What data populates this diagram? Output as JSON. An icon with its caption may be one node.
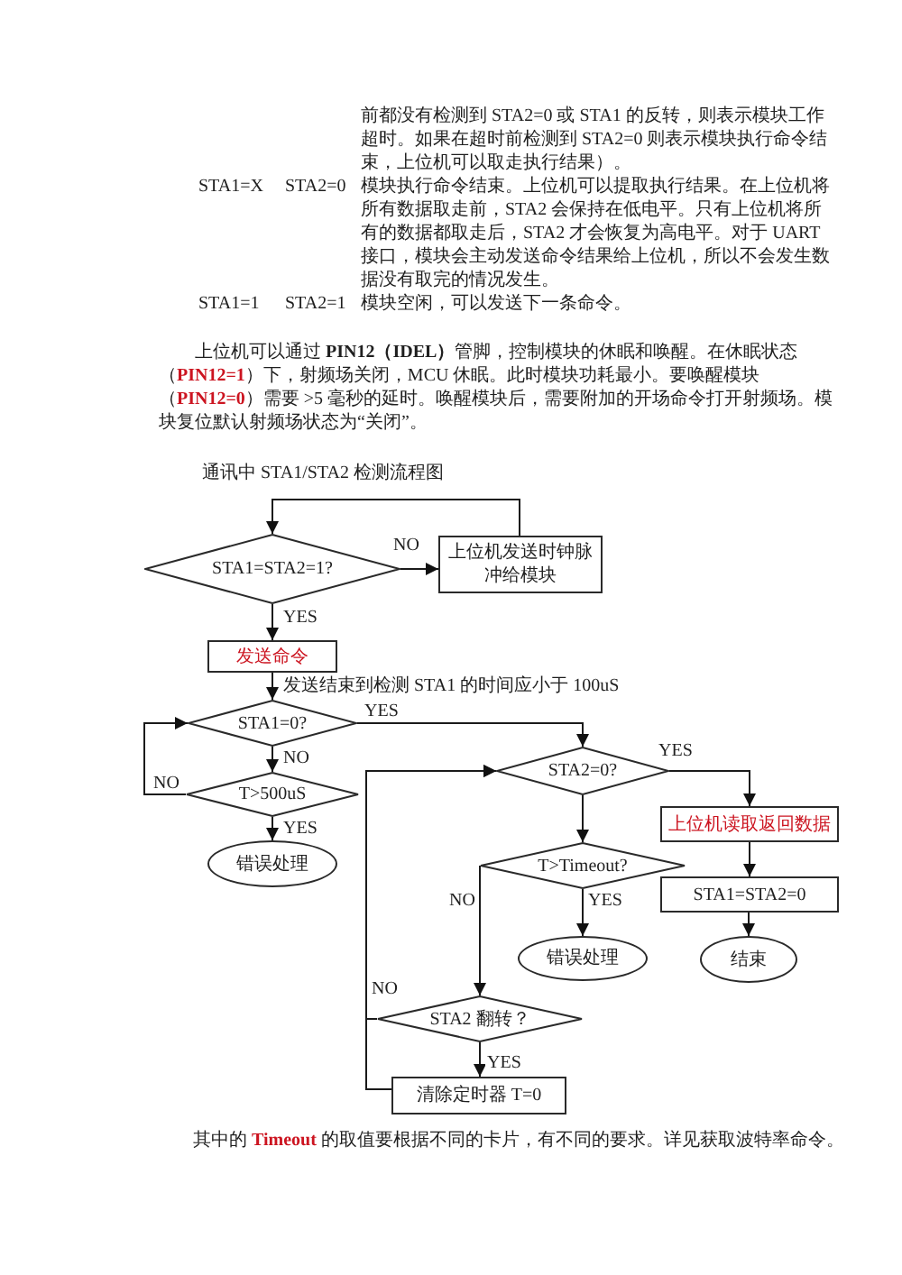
{
  "diagram": {
    "title": "通讯中 STA1/STA2 检测流程图",
    "caption": "其中的 **Timeout** 的取值要根据不同的卡片，有不同的要求。详见获取波特率命令。",
    "nodes": [
      {
        "text": [
          "STA1=STA2=1?"
        ]
      },
      {
        "text": [
          "上位机发送时钟脉冲给模块"
        ]
      },
      {
        "text": [
          "发送命令"
        ]
      },
      {
        "text": [
          "STA1=0?"
        ]
      },
      {
        "text": [
          "T>500uS"
        ]
      },
      {
        "text": [
          "错误处理"
        ]
      },
      {
        "text": [
          "STA2=0?"
        ]
      },
      {
        "text": [
          "T>Timeout?"
        ]
      },
      {
        "text": [
          "上位机读取返回数据"
        ]
      },
      {
        "text": [
          "STA1=STA2=0"
        ]
      },
      {
        "text": [
          "错误处理"
        ]
      },
      {
        "text": [
          "结束"
        ]
      },
      {
        "text": [
          "STA2 翻转？"
        ]
      },
      {
        "text": [
          "清除定时器 T=0"
        ]
      }
    ],
    "edges": [
      {
        "from": 1,
        "to": 0,
        "arrow": "to"
      },
      {
        "from": 0,
        "to": 1,
        "label": "NO",
        "arrow": "to"
      },
      {
        "from": 0,
        "to": 2,
        "label": "YES",
        "arrow": "to"
      },
      {
        "from": 2,
        "to": 3,
        "label": "发送结束到检测 STA1 的时间应小于 100uS",
        "arrow": "to"
      },
      {
        "from": 3,
        "to": 6,
        "label": "YES",
        "arrow": "to"
      },
      {
        "from": 3,
        "to": 4,
        "label": "NO",
        "arrow": "to"
      },
      {
        "from": 4,
        "to": 3,
        "label": "NO",
        "arrow": "to"
      },
      {
        "from": 4,
        "to": 5,
        "label": "YES",
        "arrow": "to"
      },
      {
        "from": 6,
        "to": 8,
        "label": "YES",
        "arrow": "to"
      },
      {
        "from": 6,
        "to": 7,
        "arrow": "to"
      },
      {
        "from": 7,
        "to": 10,
        "label": "YES",
        "arrow": "to"
      },
      {
        "from": 7,
        "to": 12,
        "label": "NO",
        "arrow": "to"
      },
      {
        "from": 8,
        "to": 9,
        "arrow": "to"
      },
      {
        "from": 9,
        "to": 11,
        "arrow": "to"
      },
      {
        "from": 12,
        "to": 13,
        "label": "YES",
        "arrow": "to"
      },
      {
        "from": 12,
        "to": 6,
        "label": "NO",
        "arrow": "to"
      },
      {
        "from": 13,
        "to": 6,
        "arrow": "to"
      }
    ],
    "labels": [
      "前都没有检测到 STA2=0 或 STA1 的反转，则表示模块工作超时。如果在超时前检测到 STA2=0 则表示模块执行命令结束，上位机可以取走执行结果）。",
      "STA1=X",
      "STA2=0",
      "模块执行命令结束。上位机可以提取执行结果。在上位机将所有数据取走前，STA2 会保持在低电平。只有上位机将所有的数据都取走后，STA2 才会恢复为高电平。对于 UART 接口，模块会主动发送命令结果给上位机，所以不会发生数据没有取完的情况发生。",
      "STA1=1",
      "STA2=1",
      "模块空闲，可以发送下一条命令。",
      "上位机可以通过 **PIN12（IDEL）**管脚，控制模块的休眠和唤醒。在休眠状态（**PIN12=1**）下，射频场关闭，MCU 休眠。此时模块功耗最小。要唤醒模块（**PIN12=0**）需要 >5 毫秒的延时。唤醒模块后，需要附加的开场命令打开射频场。模块复位默认射频场状态为“关闭”。"
    ]
  }
}
